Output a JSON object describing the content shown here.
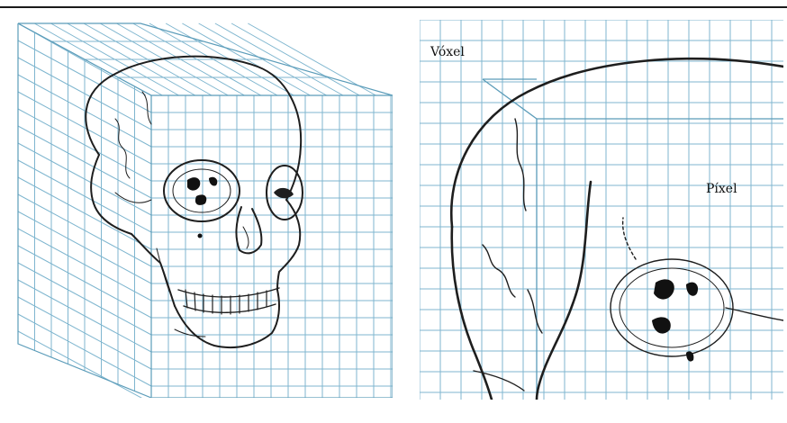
{
  "figure": {
    "left_panel": {
      "subject": "skull-in-grid-cube"
    },
    "right_panel": {
      "voxel_label": "Vóxel",
      "pixel_label": "Píxel"
    }
  },
  "colors": {
    "grid": "#7fb6cf",
    "ink": "#1e1e1e",
    "background": "#ffffff"
  }
}
